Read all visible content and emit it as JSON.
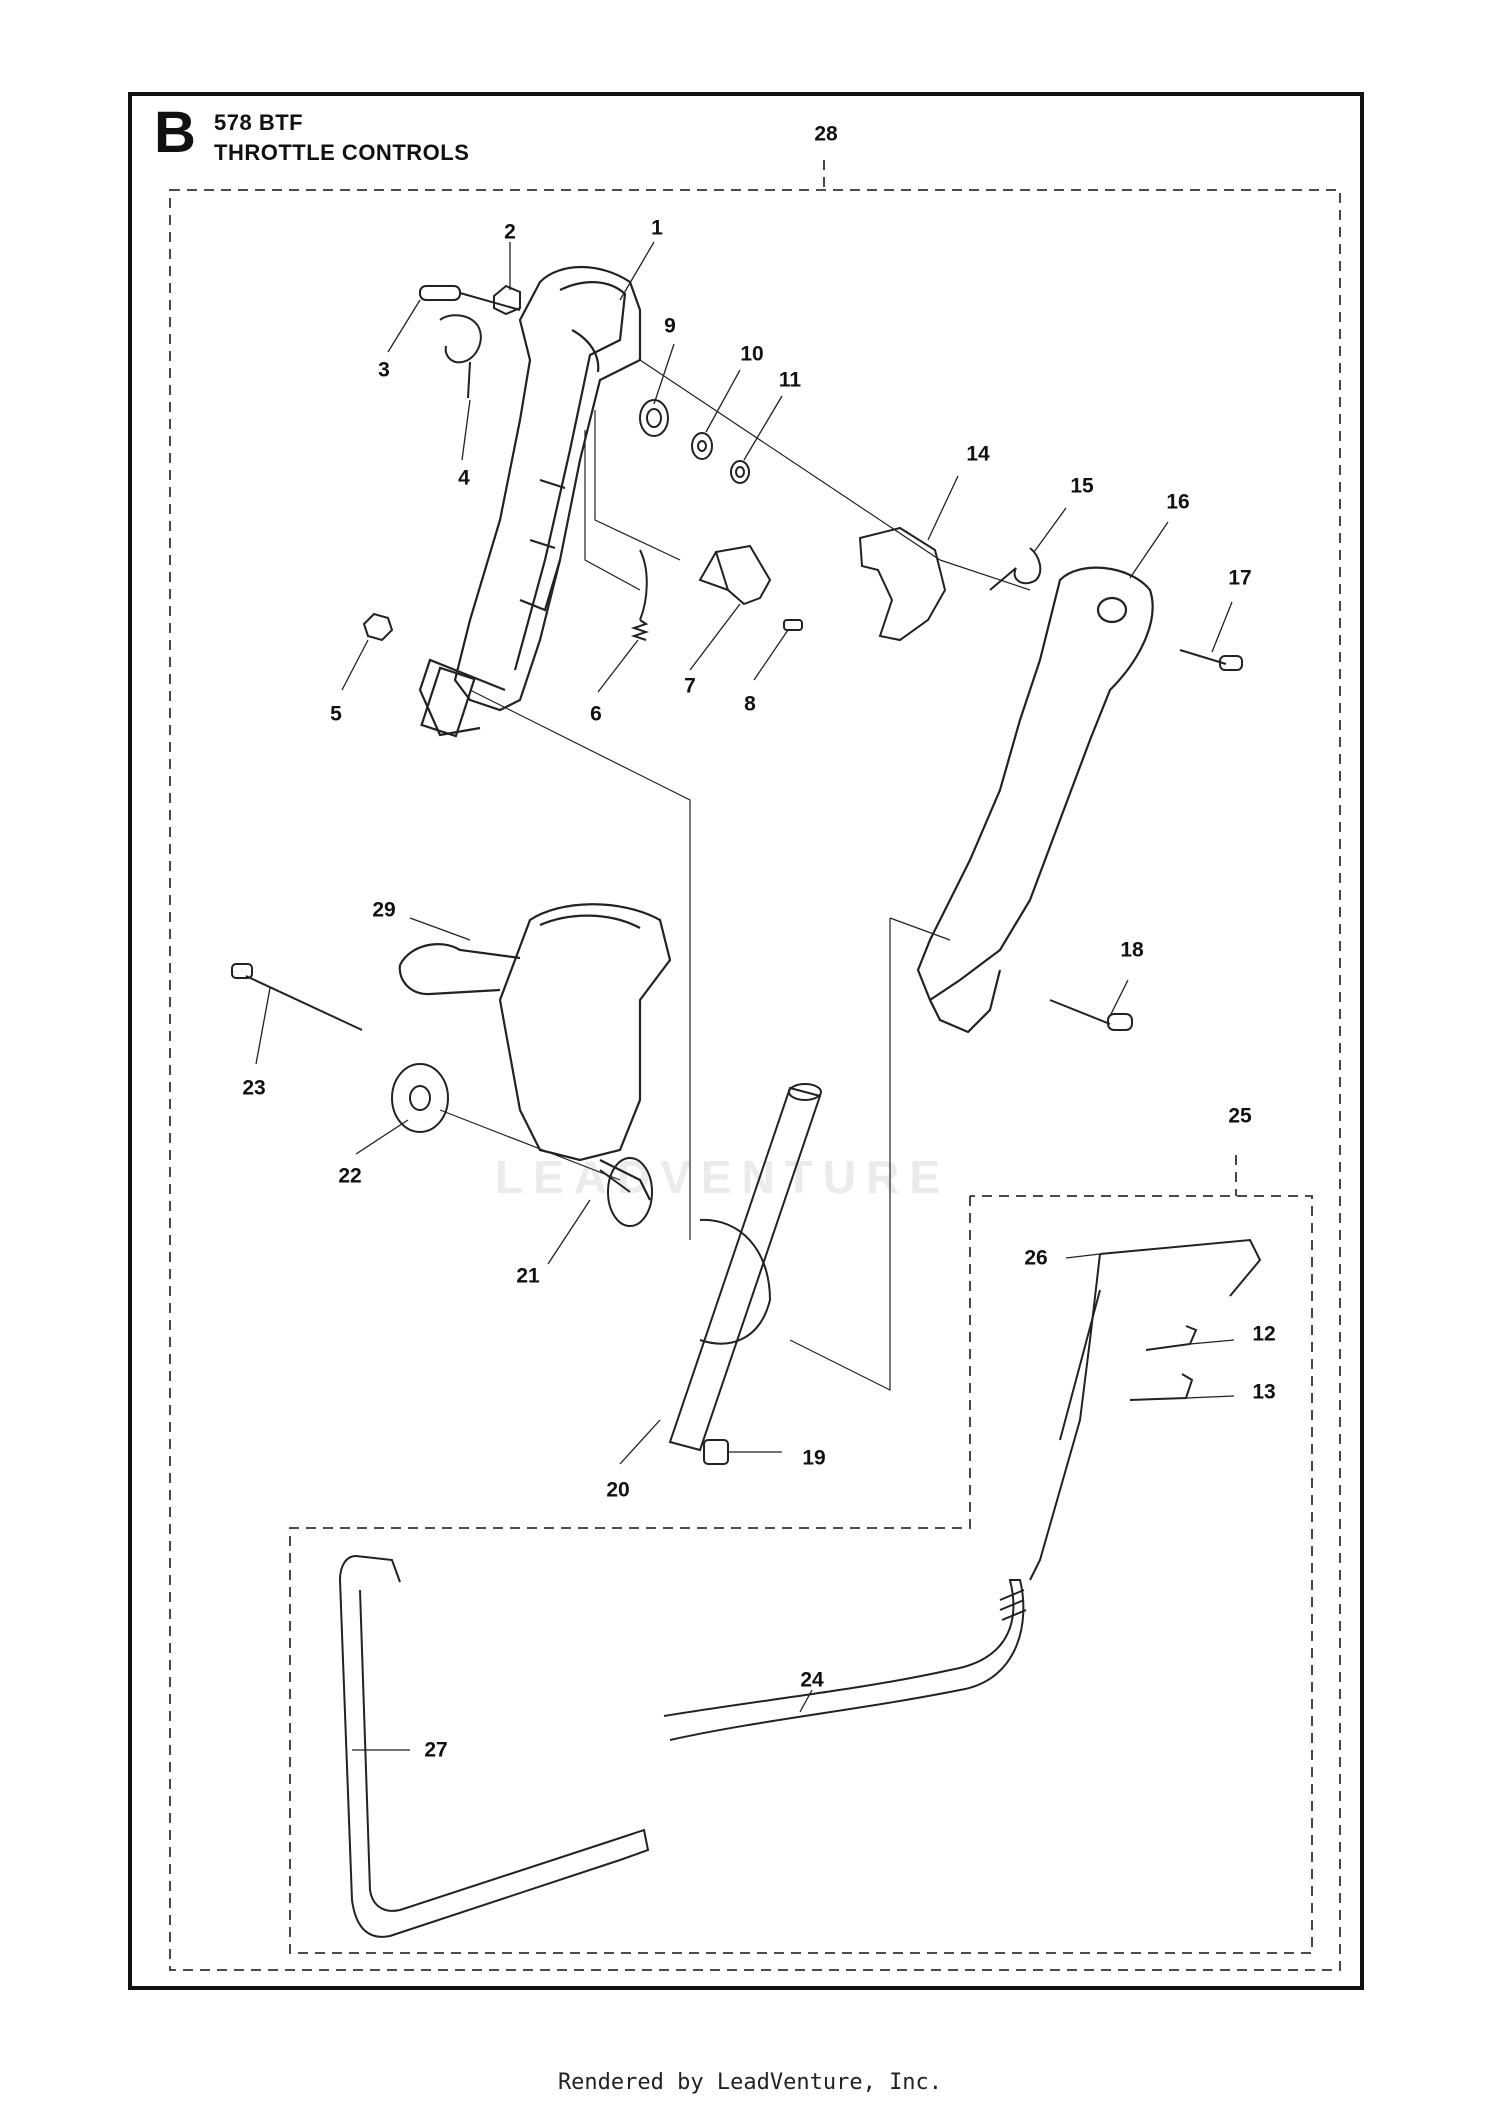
{
  "header": {
    "section_letter": "B",
    "model": "578 BTF",
    "title": "THROTTLE CONTROLS"
  },
  "watermark": {
    "text": "LEADVENTURE"
  },
  "callouts": {
    "c1": "1",
    "c2": "2",
    "c3": "3",
    "c4": "4",
    "c5": "5",
    "c6": "6",
    "c7": "7",
    "c8": "8",
    "c9": "9",
    "c10": "10",
    "c11": "11",
    "c12": "12",
    "c13": "13",
    "c14": "14",
    "c15": "15",
    "c16": "16",
    "c17": "17",
    "c18": "18",
    "c19": "19",
    "c20": "20",
    "c21": "21",
    "c22": "22",
    "c23": "23",
    "c24": "24",
    "c25": "25",
    "c26": "26",
    "c27": "27",
    "c28": "28",
    "c29": "29"
  },
  "footer": {
    "text": "Rendered by LeadVenture, Inc."
  }
}
